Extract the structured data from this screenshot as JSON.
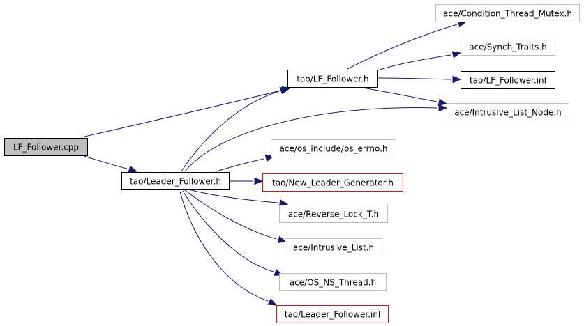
{
  "colors": {
    "edge": "#191970",
    "border_root": "#000000",
    "border_documented": "#000000",
    "border_external": "#bfbfbf",
    "border_missing": "#ff0000",
    "fill_root": "#bfbfbf",
    "fill_default": "#ffffff",
    "text": "#000000"
  },
  "nodes": [
    {
      "id": "lf_follower_cpp",
      "label": "LF_Follower.cpp",
      "kind": "root"
    },
    {
      "id": "tao_lf_follower_h",
      "label": "tao/LF_Follower.h",
      "kind": "documented"
    },
    {
      "id": "tao_leader_follower_h",
      "label": "tao/Leader_Follower.h",
      "kind": "documented"
    },
    {
      "id": "ace_condition_thread_mutex_h",
      "label": "ace/Condition_Thread_Mutex.h",
      "kind": "external"
    },
    {
      "id": "ace_synch_traits_h",
      "label": "ace/Synch_Traits.h",
      "kind": "external"
    },
    {
      "id": "tao_lf_follower_inl",
      "label": "tao/LF_Follower.inl",
      "kind": "documented"
    },
    {
      "id": "ace_intrusive_list_node_h",
      "label": "ace/Intrusive_List_Node.h",
      "kind": "external"
    },
    {
      "id": "ace_os_include_os_errno_h",
      "label": "ace/os_include/os_errno.h",
      "kind": "external"
    },
    {
      "id": "tao_new_leader_generator_h",
      "label": "tao/New_Leader_Generator.h",
      "kind": "missing"
    },
    {
      "id": "ace_reverse_lock_t_h",
      "label": "ace/Reverse_Lock_T.h",
      "kind": "external"
    },
    {
      "id": "ace_intrusive_list_h",
      "label": "ace/Intrusive_List.h",
      "kind": "external"
    },
    {
      "id": "ace_os_ns_thread_h",
      "label": "ace/OS_NS_Thread.h",
      "kind": "external"
    },
    {
      "id": "tao_leader_follower_inl",
      "label": "tao/Leader_Follower.inl",
      "kind": "missing"
    }
  ],
  "edges": [
    {
      "from": "lf_follower_cpp",
      "to": "tao_lf_follower_h"
    },
    {
      "from": "lf_follower_cpp",
      "to": "tao_leader_follower_h"
    },
    {
      "from": "tao_lf_follower_h",
      "to": "ace_condition_thread_mutex_h"
    },
    {
      "from": "tao_lf_follower_h",
      "to": "ace_synch_traits_h"
    },
    {
      "from": "tao_lf_follower_h",
      "to": "tao_lf_follower_inl"
    },
    {
      "from": "tao_lf_follower_h",
      "to": "ace_intrusive_list_node_h"
    },
    {
      "from": "tao_leader_follower_h",
      "to": "tao_lf_follower_h"
    },
    {
      "from": "tao_leader_follower_h",
      "to": "ace_intrusive_list_node_h"
    },
    {
      "from": "tao_leader_follower_h",
      "to": "ace_os_include_os_errno_h"
    },
    {
      "from": "tao_leader_follower_h",
      "to": "tao_new_leader_generator_h"
    },
    {
      "from": "tao_leader_follower_h",
      "to": "ace_reverse_lock_t_h"
    },
    {
      "from": "tao_leader_follower_h",
      "to": "ace_intrusive_list_h"
    },
    {
      "from": "tao_leader_follower_h",
      "to": "ace_os_ns_thread_h"
    },
    {
      "from": "tao_leader_follower_h",
      "to": "tao_leader_follower_inl"
    }
  ]
}
